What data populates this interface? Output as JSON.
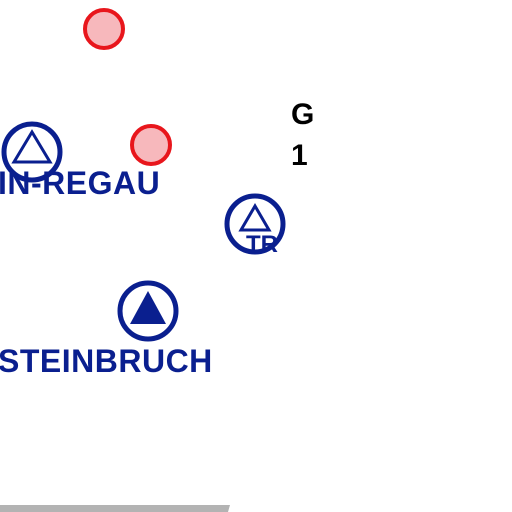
{
  "map": {
    "grid_marker": {
      "letter": "G",
      "number": "1"
    },
    "places": [
      {
        "name": "IN-REGAU",
        "symbol": "triangle-outline-icon"
      },
      {
        "name": "STEINBRUCH",
        "symbol": "triangle-filled-icon"
      }
    ],
    "stations": [
      {
        "code": "TR",
        "symbol": "triangle-outline-icon"
      }
    ],
    "points": [
      {
        "symbol": "red-circle-marker"
      },
      {
        "symbol": "red-circle-marker"
      }
    ],
    "colors": {
      "label_blue": "#0a1f8f",
      "symbol_blue": "#0a1f8f",
      "marker_fill": "#f7b8bc",
      "marker_stroke": "#e8161c",
      "road_gray": "#b3b3b3",
      "background": "#ffffff"
    }
  }
}
